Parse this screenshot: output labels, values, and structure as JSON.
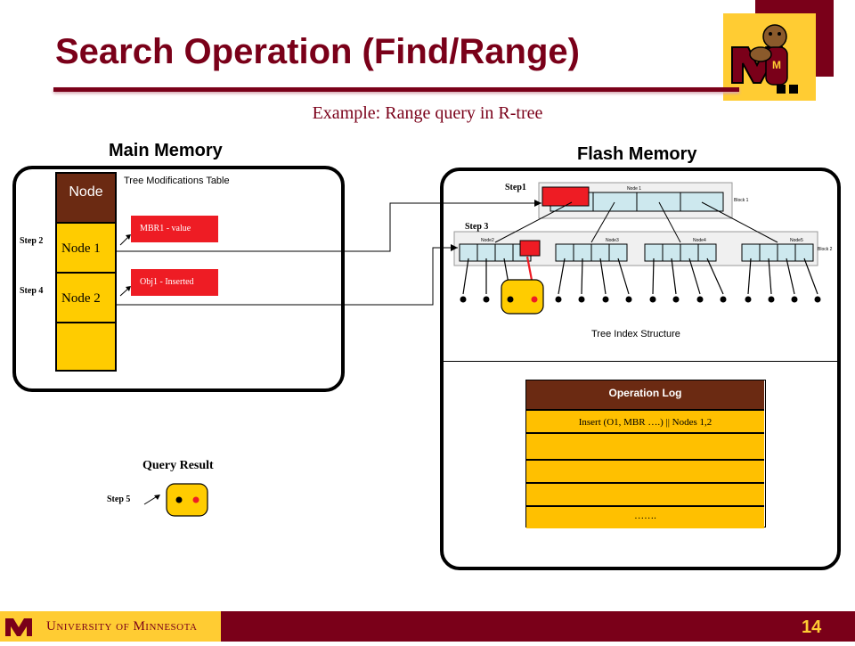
{
  "slide": {
    "title": "Search Operation (Find/Range)",
    "subtitle": "Example: Range query in R-tree",
    "page_number": "14",
    "footer_university": "University of Minnesota"
  },
  "main_memory": {
    "heading": "Main Memory",
    "column_header": "Node",
    "rows": [
      "Node 1",
      "Node 2",
      ""
    ],
    "table_label": "Tree Modifications Table",
    "tags": [
      "MBR1 - value",
      "Obj1 - Inserted"
    ],
    "steps": {
      "step2": "Step 2",
      "step4": "Step 4"
    }
  },
  "flash_memory": {
    "heading": "Flash Memory",
    "steps": {
      "step1": "Step1",
      "step3": "Step 3"
    },
    "tree_caption": "Tree Index Structure",
    "root_node_label": "Node 1",
    "root_block_label": "Block 1",
    "child_nodes": [
      "Node2",
      "Node3",
      "Node4",
      "Node5"
    ],
    "child_block_label": "Block 2",
    "op_log": {
      "header": "Operation Log",
      "rows": [
        "Insert (O1, MBR ….) || Nodes 1,2",
        "",
        "",
        "",
        "……."
      ]
    }
  },
  "query_result": {
    "label": "Query Result",
    "step": "Step 5"
  },
  "colors": {
    "maroon": "#7a0019",
    "gold": "#ffcc33",
    "node_fill": "#cde8ee",
    "red": "#ee1c24",
    "brown": "#6b2a12"
  }
}
